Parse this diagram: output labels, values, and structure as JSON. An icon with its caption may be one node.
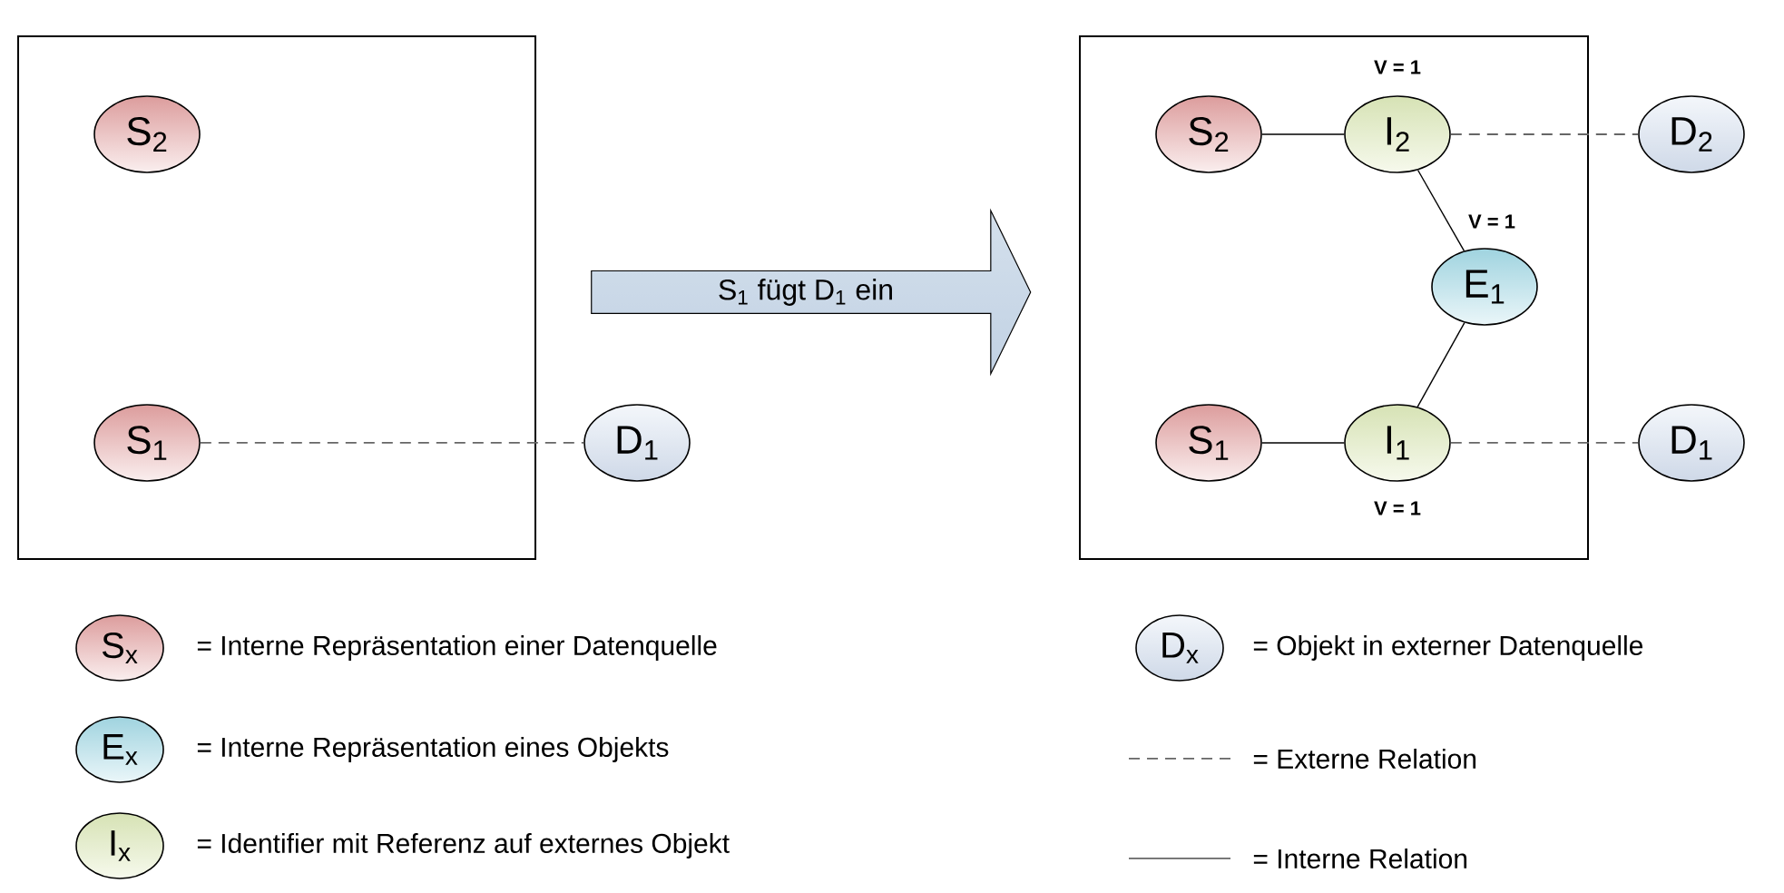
{
  "diagram": {
    "nodes": [
      {
        "text": [],
        "shape": "box"
      },
      {
        "text": [
          "S$_{2}$"
        ],
        "in": 0
      },
      {
        "text": [
          "S$_{1}$"
        ],
        "in": 0
      },
      {
        "text": [
          "D$_{1}$"
        ]
      },
      {
        "text": [
          "S$_{1}$ fügt D$_{1}$ ein"
        ]
      },
      {
        "text": [],
        "shape": "box"
      },
      {
        "text": [
          "S$_{2}$"
        ],
        "in": 5
      },
      {
        "text": [
          "I$_{2}$"
        ],
        "in": 5,
        "beside": [
          "V = 1"
        ]
      },
      {
        "text": [
          "D$_{2}$"
        ]
      },
      {
        "text": [
          "E$_{1}$"
        ],
        "in": 5,
        "beside": [
          "V = 1"
        ]
      },
      {
        "text": [
          "S$_{1}$"
        ],
        "in": 5
      },
      {
        "text": [
          "I$_{1}$"
        ],
        "in": 5,
        "beside": [
          "V = 1"
        ]
      },
      {
        "text": [
          "D$_{1}$"
        ]
      },
      {
        "text": [
          "S$_{x}$"
        ]
      },
      {
        "text": [
          "E$_{x}$"
        ]
      },
      {
        "text": [
          "I$_{x}$"
        ]
      },
      {
        "text": [
          "D$_{x}$"
        ]
      }
    ],
    "edges": [
      {
        "from": 2,
        "to": 3,
        "arrow": "none",
        "style": "dashed",
        "color": "#666666"
      },
      {
        "from": 6,
        "to": 7,
        "arrow": "none"
      },
      {
        "from": 7,
        "to": 8,
        "arrow": "none",
        "style": "dashed",
        "color": "#666666"
      },
      {
        "from": 7,
        "to": 9,
        "arrow": "none"
      },
      {
        "from": 9,
        "to": 11,
        "arrow": "none"
      },
      {
        "from": 10,
        "to": 11,
        "arrow": "none"
      },
      {
        "from": 11,
        "to": 12,
        "arrow": "none",
        "style": "dashed",
        "color": "#666666"
      }
    ],
    "legend": [
      {
        "text": "= Interne Repräsentation einer Datenquelle"
      },
      {
        "text": "= Interne Repräsentation eines Objekts"
      },
      {
        "text": "= Identifier mit Referenz auf externes Objekt"
      },
      {
        "text": "= Objekt in externer Datenquelle"
      },
      {
        "text": "= Externe Relation"
      },
      {
        "text": "= Interne Relation"
      }
    ]
  }
}
